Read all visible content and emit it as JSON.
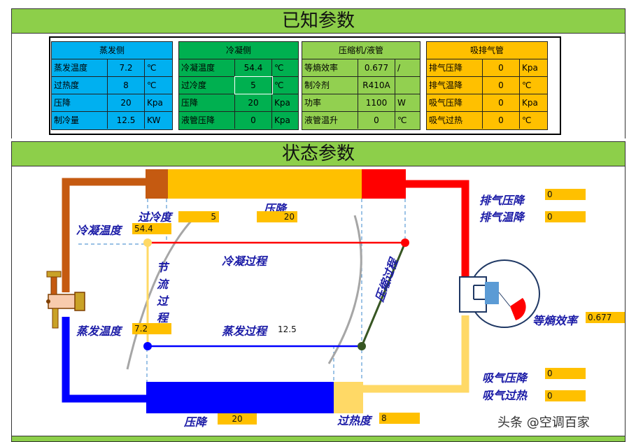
{
  "headers": {
    "known": "已知参数",
    "state": "状态参数"
  },
  "groups": [
    {
      "title": "蒸发侧",
      "color": "#00b0f0",
      "rows": [
        [
          "蒸发温度",
          "7.2",
          "℃"
        ],
        [
          "过热度",
          "8",
          "℃"
        ],
        [
          "压降",
          "20",
          "Kpa"
        ],
        [
          "制冷量",
          "12.5",
          "KW"
        ]
      ]
    },
    {
      "title": "冷凝侧",
      "color": "#00b050",
      "rows": [
        [
          "冷凝温度",
          "54.4",
          "℃"
        ],
        [
          "过冷度",
          "5",
          "℃"
        ],
        [
          "压降",
          "20",
          "Kpa"
        ],
        [
          "液管压降",
          "0",
          "Kpa"
        ]
      ]
    },
    {
      "title": "压缩机/液管",
      "color": "#92d050",
      "rows": [
        [
          "等熵效率",
          "0.677",
          "/"
        ],
        [
          "制冷剂",
          "R410A",
          ""
        ],
        [
          "功率",
          "1100",
          "W"
        ],
        [
          "液管温升",
          "0",
          "℃"
        ]
      ]
    },
    {
      "title": "吸排气管",
      "color": "#ffc000",
      "rows": [
        [
          "排气压降",
          "0",
          "Kpa"
        ],
        [
          "排气温降",
          "0",
          "℃"
        ],
        [
          "吸气压降",
          "0",
          "Kpa"
        ],
        [
          "吸气过热",
          "0",
          "℃"
        ]
      ]
    }
  ],
  "diagram": {
    "subcool_label": "过冷度",
    "subcool_value": "5",
    "cond_drop_label": "压降",
    "cond_drop_value": "20",
    "cond_temp_label": "冷凝温度",
    "cond_temp_value": "54.4",
    "cond_process": "冷凝过程",
    "throttle_chars": [
      "节",
      "流",
      "过",
      "程"
    ],
    "evap_temp_label": "蒸发温度",
    "evap_temp_value": "7.2",
    "evap_process": "蒸发过程",
    "evap_process_value": "12.5",
    "compress_process": "压缩过程",
    "discharge_drop_label": "排气压降",
    "discharge_drop_value": "0",
    "discharge_temp_label": "排气温降",
    "discharge_temp_value": "0",
    "isentropic_label": "等熵效率",
    "isentropic_value": "0.677",
    "suction_drop_label": "吸气压降",
    "suction_drop_value": "0",
    "suction_superheat_label": "吸气过热",
    "suction_superheat_value": "0",
    "evap_drop_label": "压降",
    "evap_drop_value": "20",
    "superheat_label": "过热度",
    "superheat_value": "8"
  },
  "watermark": "头条 @空调百家"
}
